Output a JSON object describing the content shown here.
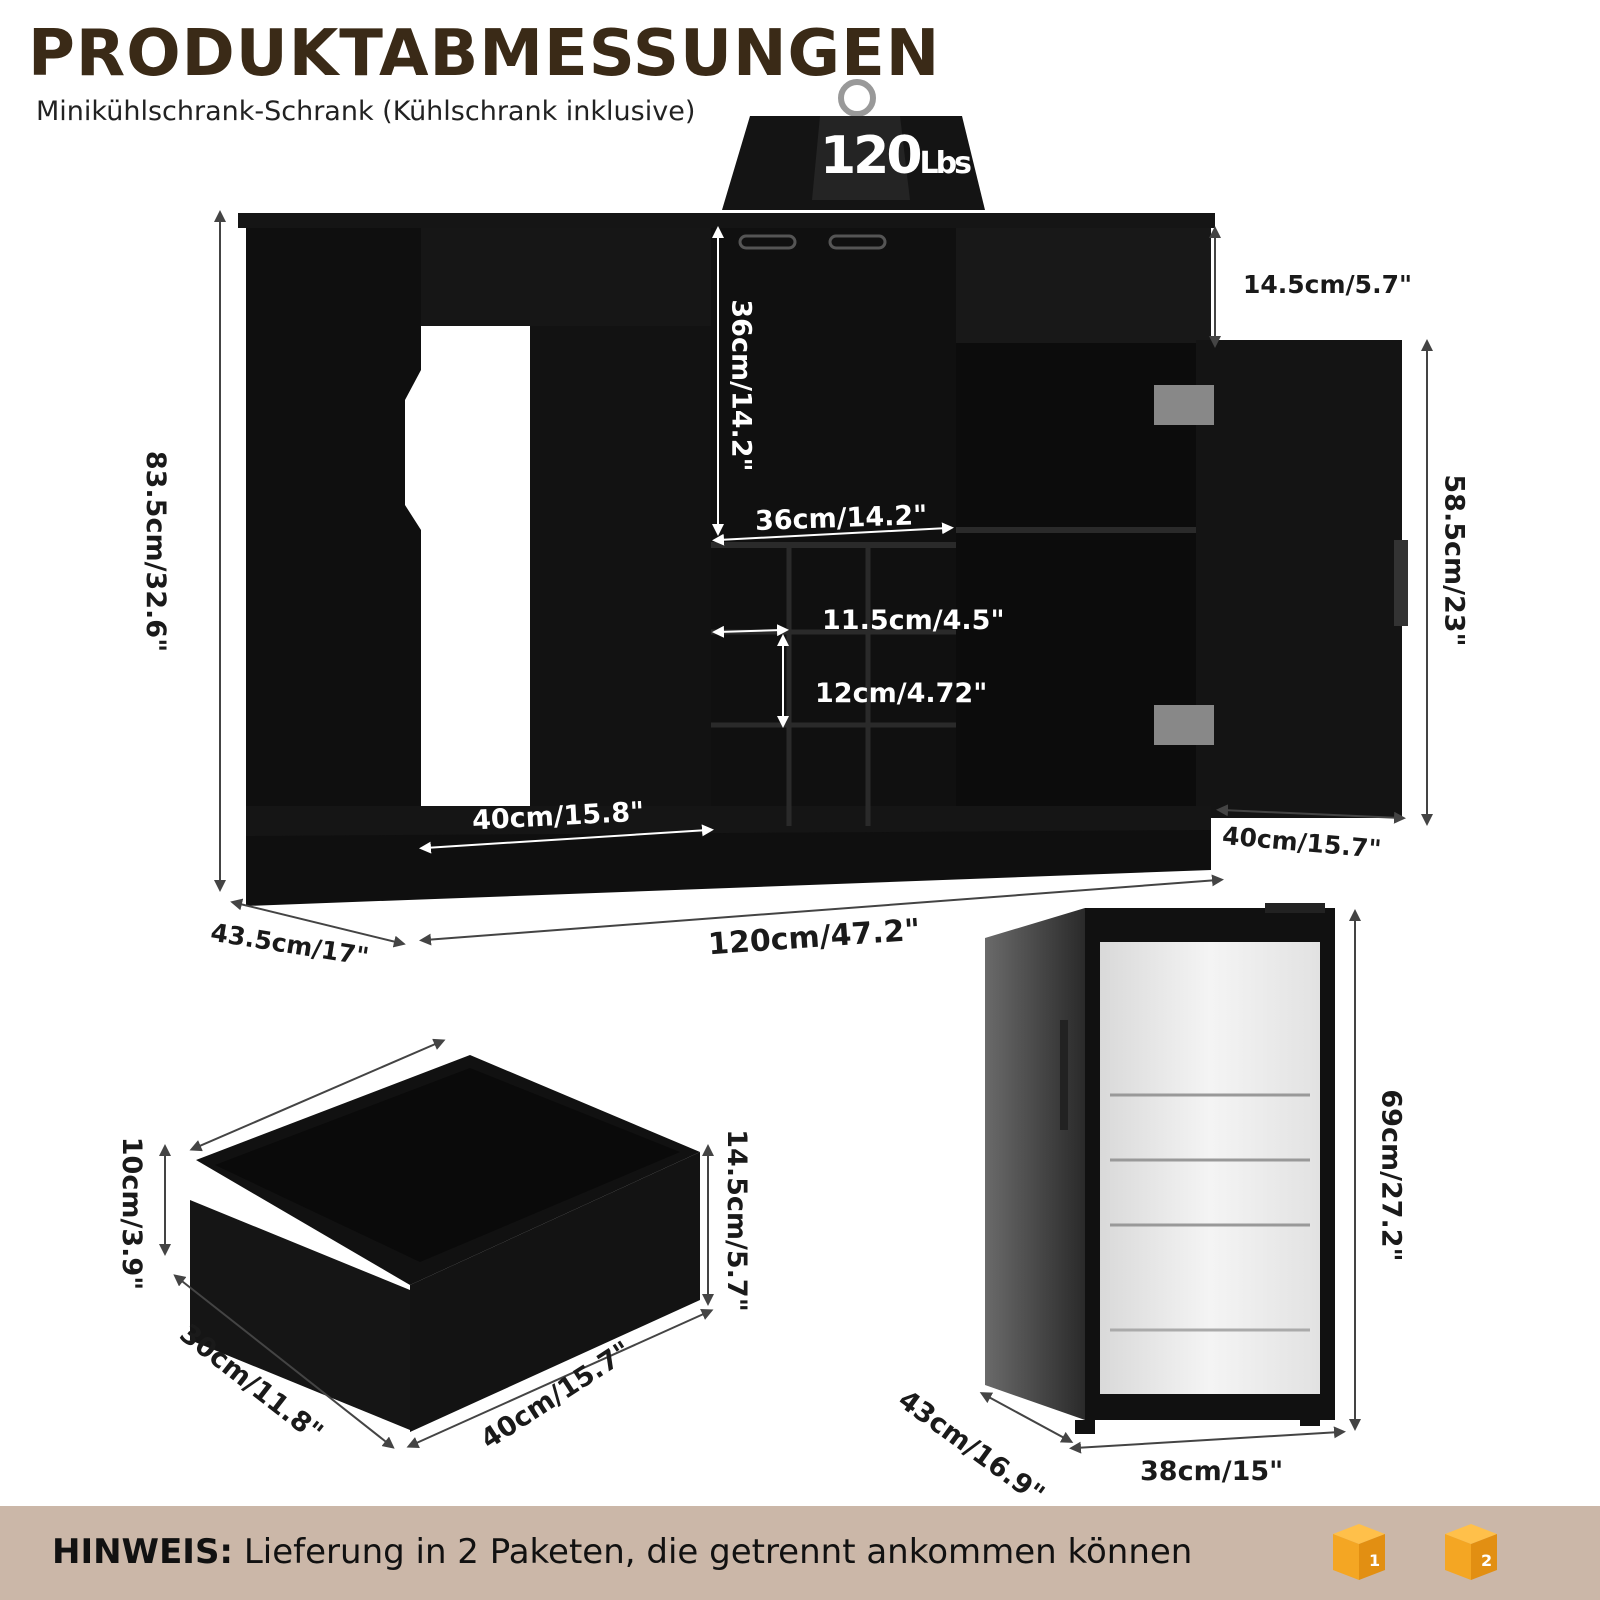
{
  "header": {
    "title": "PRODUKTABMESSUNGEN",
    "subtitle": "Minikühlschrank-Schrank (Kühlschrank inklusive)"
  },
  "weight_badge": {
    "value": "120",
    "unit": "Lbs"
  },
  "cabinet_dimensions": {
    "height": "83.5cm/32.6\"",
    "depth": "43.5cm/17\"",
    "width": "120cm/47.2\"",
    "open_shelf_width": "40cm/15.8\"",
    "wine_section_height": "36cm/14.2\"",
    "wine_section_width": "36cm/14.2\"",
    "wine_cell_width": "11.5cm/4.5\"",
    "wine_cell_height": "12cm/4.72\"",
    "drawer_height": "14.5cm/5.7\"",
    "door_height": "58.5cm/23\"",
    "door_width": "40cm/15.7\""
  },
  "drawer_dimensions": {
    "inner_height": "10cm/3.9\"",
    "front_height": "14.5cm/5.7\"",
    "depth": "30cm/11.8\"",
    "width": "40cm/15.7\""
  },
  "fridge_dimensions": {
    "height": "69cm/27.2\"",
    "depth": "43cm/16.9\"",
    "width": "38cm/15\""
  },
  "footer": {
    "note_label": "HINWEIS:",
    "note_text": "Lieferung in 2 Paketen, die getrennt ankommen können",
    "package_1": "1",
    "package_2": "2"
  },
  "colors": {
    "title": "#3a2a17",
    "footer_bg": "#cbb7a8",
    "furniture": "#0e0e0e",
    "package": "#f4a623"
  }
}
